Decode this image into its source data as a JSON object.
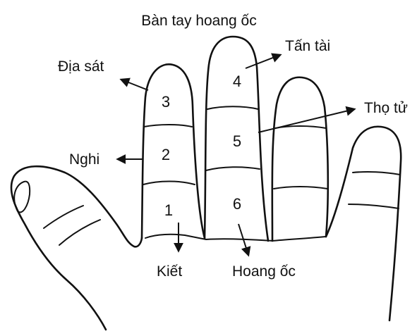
{
  "title": "Bàn tay hoang ốc",
  "zone_labels": {
    "dia_sat": "Địa sát",
    "nghi": "Nghi",
    "kiet": "Kiết",
    "tan_tai": "Tấn tài",
    "tho_tu": "Thọ tử",
    "hoang_oc": "Hoang ốc"
  },
  "finger_numbers": {
    "n1": "1",
    "n2": "2",
    "n3": "3",
    "n4": "4",
    "n5": "5",
    "n6": "6"
  },
  "colors": {
    "ink": "#111111",
    "background": "#ffffff"
  }
}
